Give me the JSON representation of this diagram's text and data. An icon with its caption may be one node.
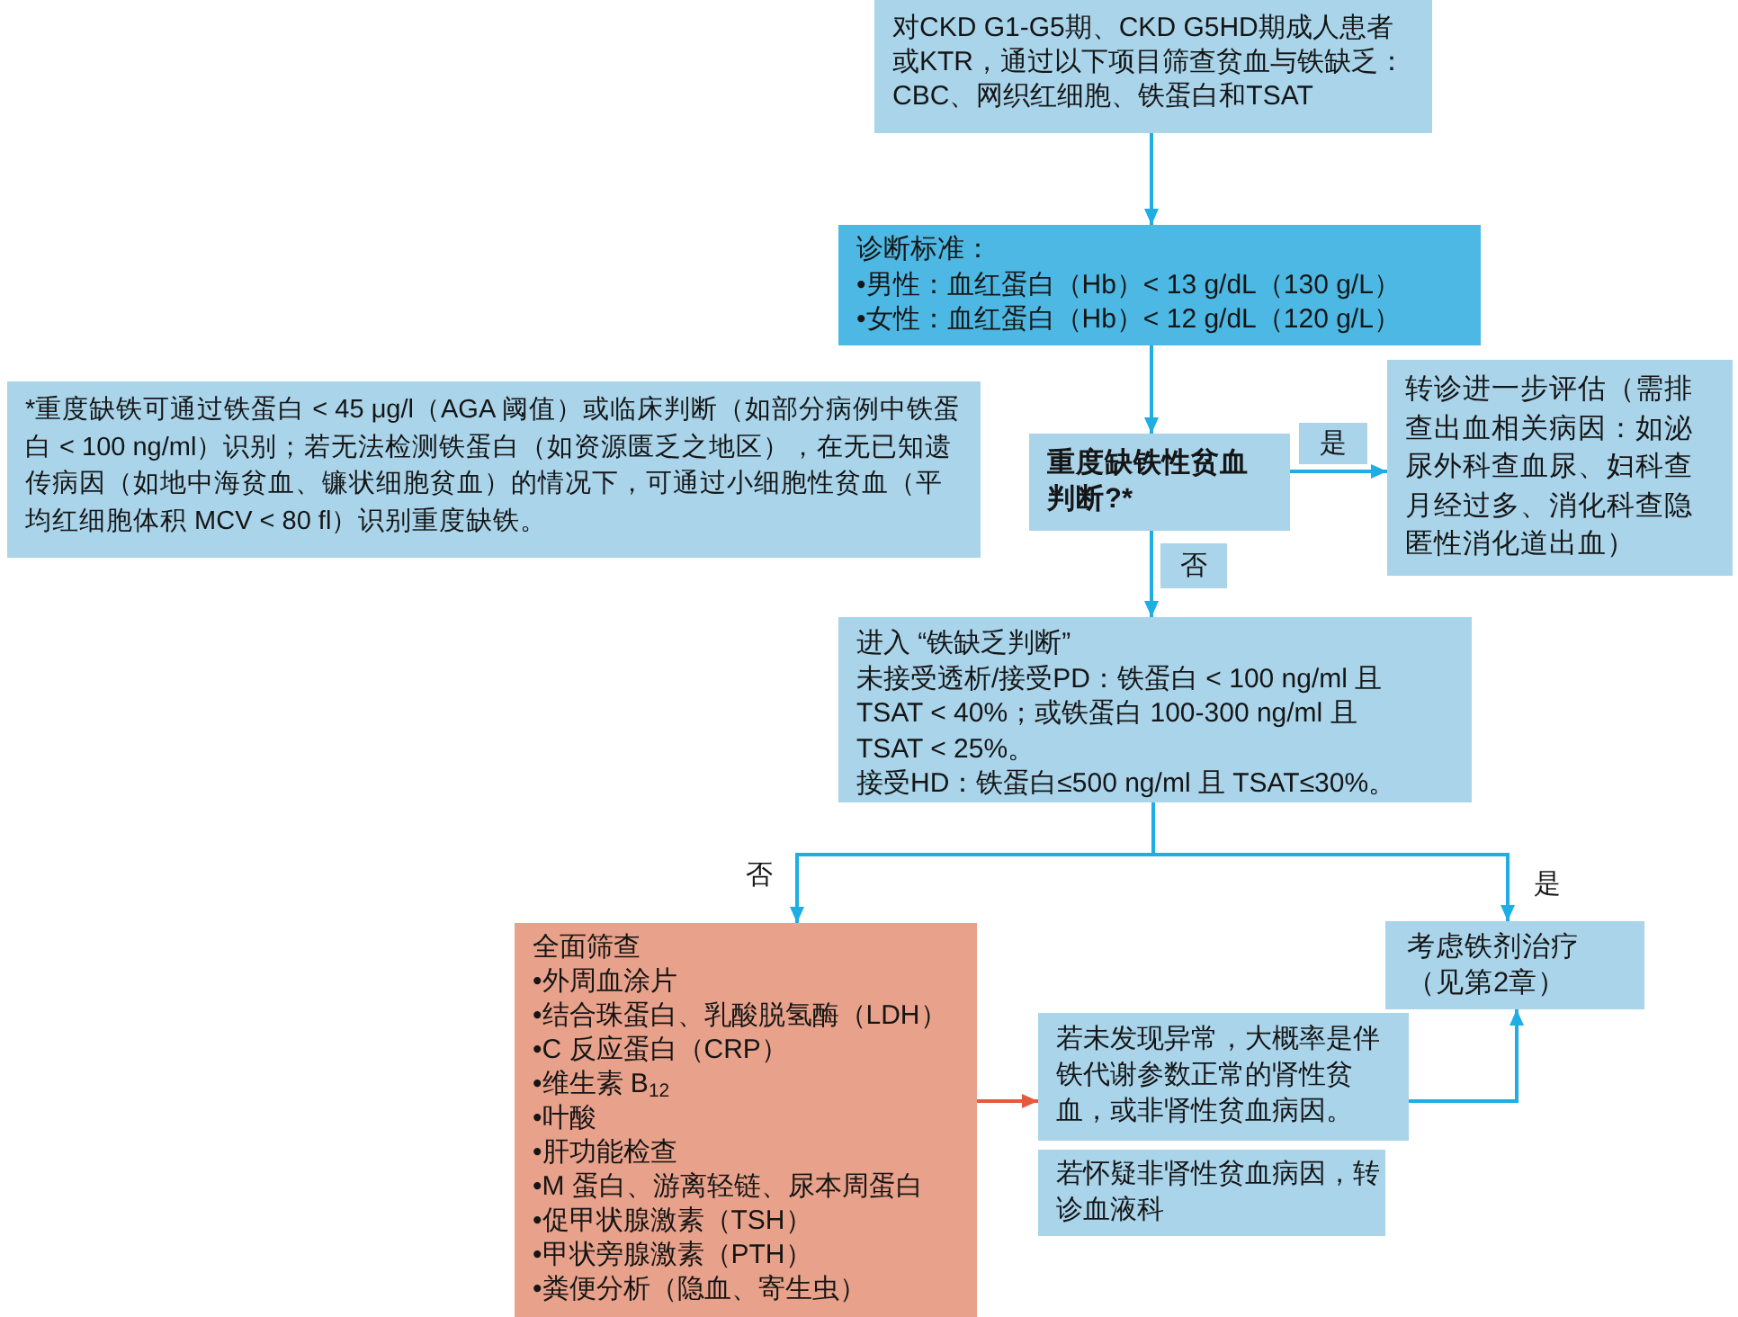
{
  "diagram": {
    "nodes": [
      {
        "text": [
          "对CKD G1-G5期、CKD G5HD期成人患者或KTR，通过以下项目筛查贫血与铁缺乏：CBC、网织红细胞、铁蛋白和TSAT"
        ]
      },
      {
        "text": [
          "诊断标准：",
          "•男性：血红蛋白（Hb）< 13 g/dL（130 g/L）",
          "•女性：血红蛋白（Hb）< 12 g/dL（120 g/L）"
        ]
      },
      {
        "text": [
          "*重度缺铁可通过铁蛋白 < 45 μg/l（AGA 阈值）或临床判断（如部分病例中铁蛋白 < 100 ng/ml）识别；若无法检测铁蛋白（如资源匮乏之地区），在无已知遗传病因（如地中海贫血、镰状细胞贫血）的情况下，可通过小细胞性贫血（平均红细胞体积 MCV < 80 fl）识别重度缺铁。"
        ]
      },
      {
        "text": [
          "重度缺铁性贫血判断?*"
        ]
      },
      {
        "text": [
          "转诊进一步评估（需排查出血相关病因：如泌尿外科查血尿、妇科查月经过多、消化科查隐匿性消化道出血）"
        ]
      },
      {
        "text": [
          "进入 “铁缺乏判断”",
          "未接受透析/接受PD：铁蛋白 < 100 ng/ml 且 TSAT < 40%；或铁蛋白 100-300 ng/ml 且 TSAT < 25%。",
          "接受HD：铁蛋白≤500 ng/ml 且 TSAT≤30%。"
        ]
      },
      {
        "text": [
          "全面筛查",
          "•外周血涂片",
          "•结合珠蛋白、乳酸脱氢酶（LDH）",
          "•C 反应蛋白（CRP）",
          "•维生素 B$_{12}$",
          "•叶酸",
          "•肝功能检查",
          "•M 蛋白、游离轻链、尿本周蛋白",
          "•促甲状腺激素（TSH）",
          "•甲状旁腺激素（PTH）",
          "•粪便分析（隐血、寄生虫）"
        ]
      },
      {
        "text": [
          "考虑铁剂治疗（见第2章）"
        ]
      },
      {
        "text": [
          "若未发现异常，大概率是伴铁代谢参数正常的肾性贫血，或非肾性贫血病因。"
        ]
      },
      {
        "text": [
          "若怀疑非肾性贫血病因，转诊血液科"
        ]
      }
    ],
    "edges": [
      {
        "from": 0,
        "to": 1,
        "arrow": "to"
      },
      {
        "from": 1,
        "to": 3,
        "arrow": "to"
      },
      {
        "from": 3,
        "to": 4,
        "arrow": "to",
        "label": "是"
      },
      {
        "from": 3,
        "to": 5,
        "arrow": "to",
        "label": "否"
      },
      {
        "from": 5,
        "to": 6,
        "arrow": "to",
        "label": "否"
      },
      {
        "from": 5,
        "to": 7,
        "arrow": "to",
        "label": "是"
      },
      {
        "from": 6,
        "to": 8,
        "arrow": "to",
        "color": "#e55a3e"
      },
      {
        "from": 8,
        "to": 7,
        "arrow": "to"
      }
    ]
  }
}
